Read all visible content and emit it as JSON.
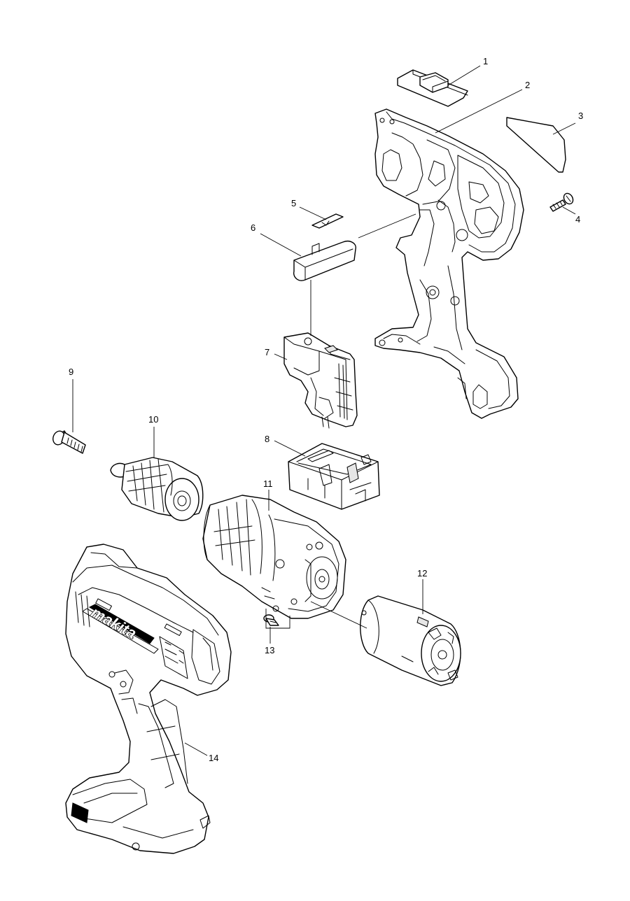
{
  "diagram": {
    "callouts": [
      {
        "id": "1",
        "label": "1"
      },
      {
        "id": "2",
        "label": "2"
      },
      {
        "id": "3",
        "label": "3"
      },
      {
        "id": "4",
        "label": "4"
      },
      {
        "id": "5",
        "label": "5"
      },
      {
        "id": "6",
        "label": "6"
      },
      {
        "id": "7",
        "label": "7"
      },
      {
        "id": "8",
        "label": "8"
      },
      {
        "id": "9",
        "label": "9"
      },
      {
        "id": "10",
        "label": "10"
      },
      {
        "id": "11",
        "label": "11"
      },
      {
        "id": "12",
        "label": "12"
      },
      {
        "id": "13",
        "label": "13"
      },
      {
        "id": "14",
        "label": "14"
      }
    ],
    "brand_logo": "makita"
  }
}
